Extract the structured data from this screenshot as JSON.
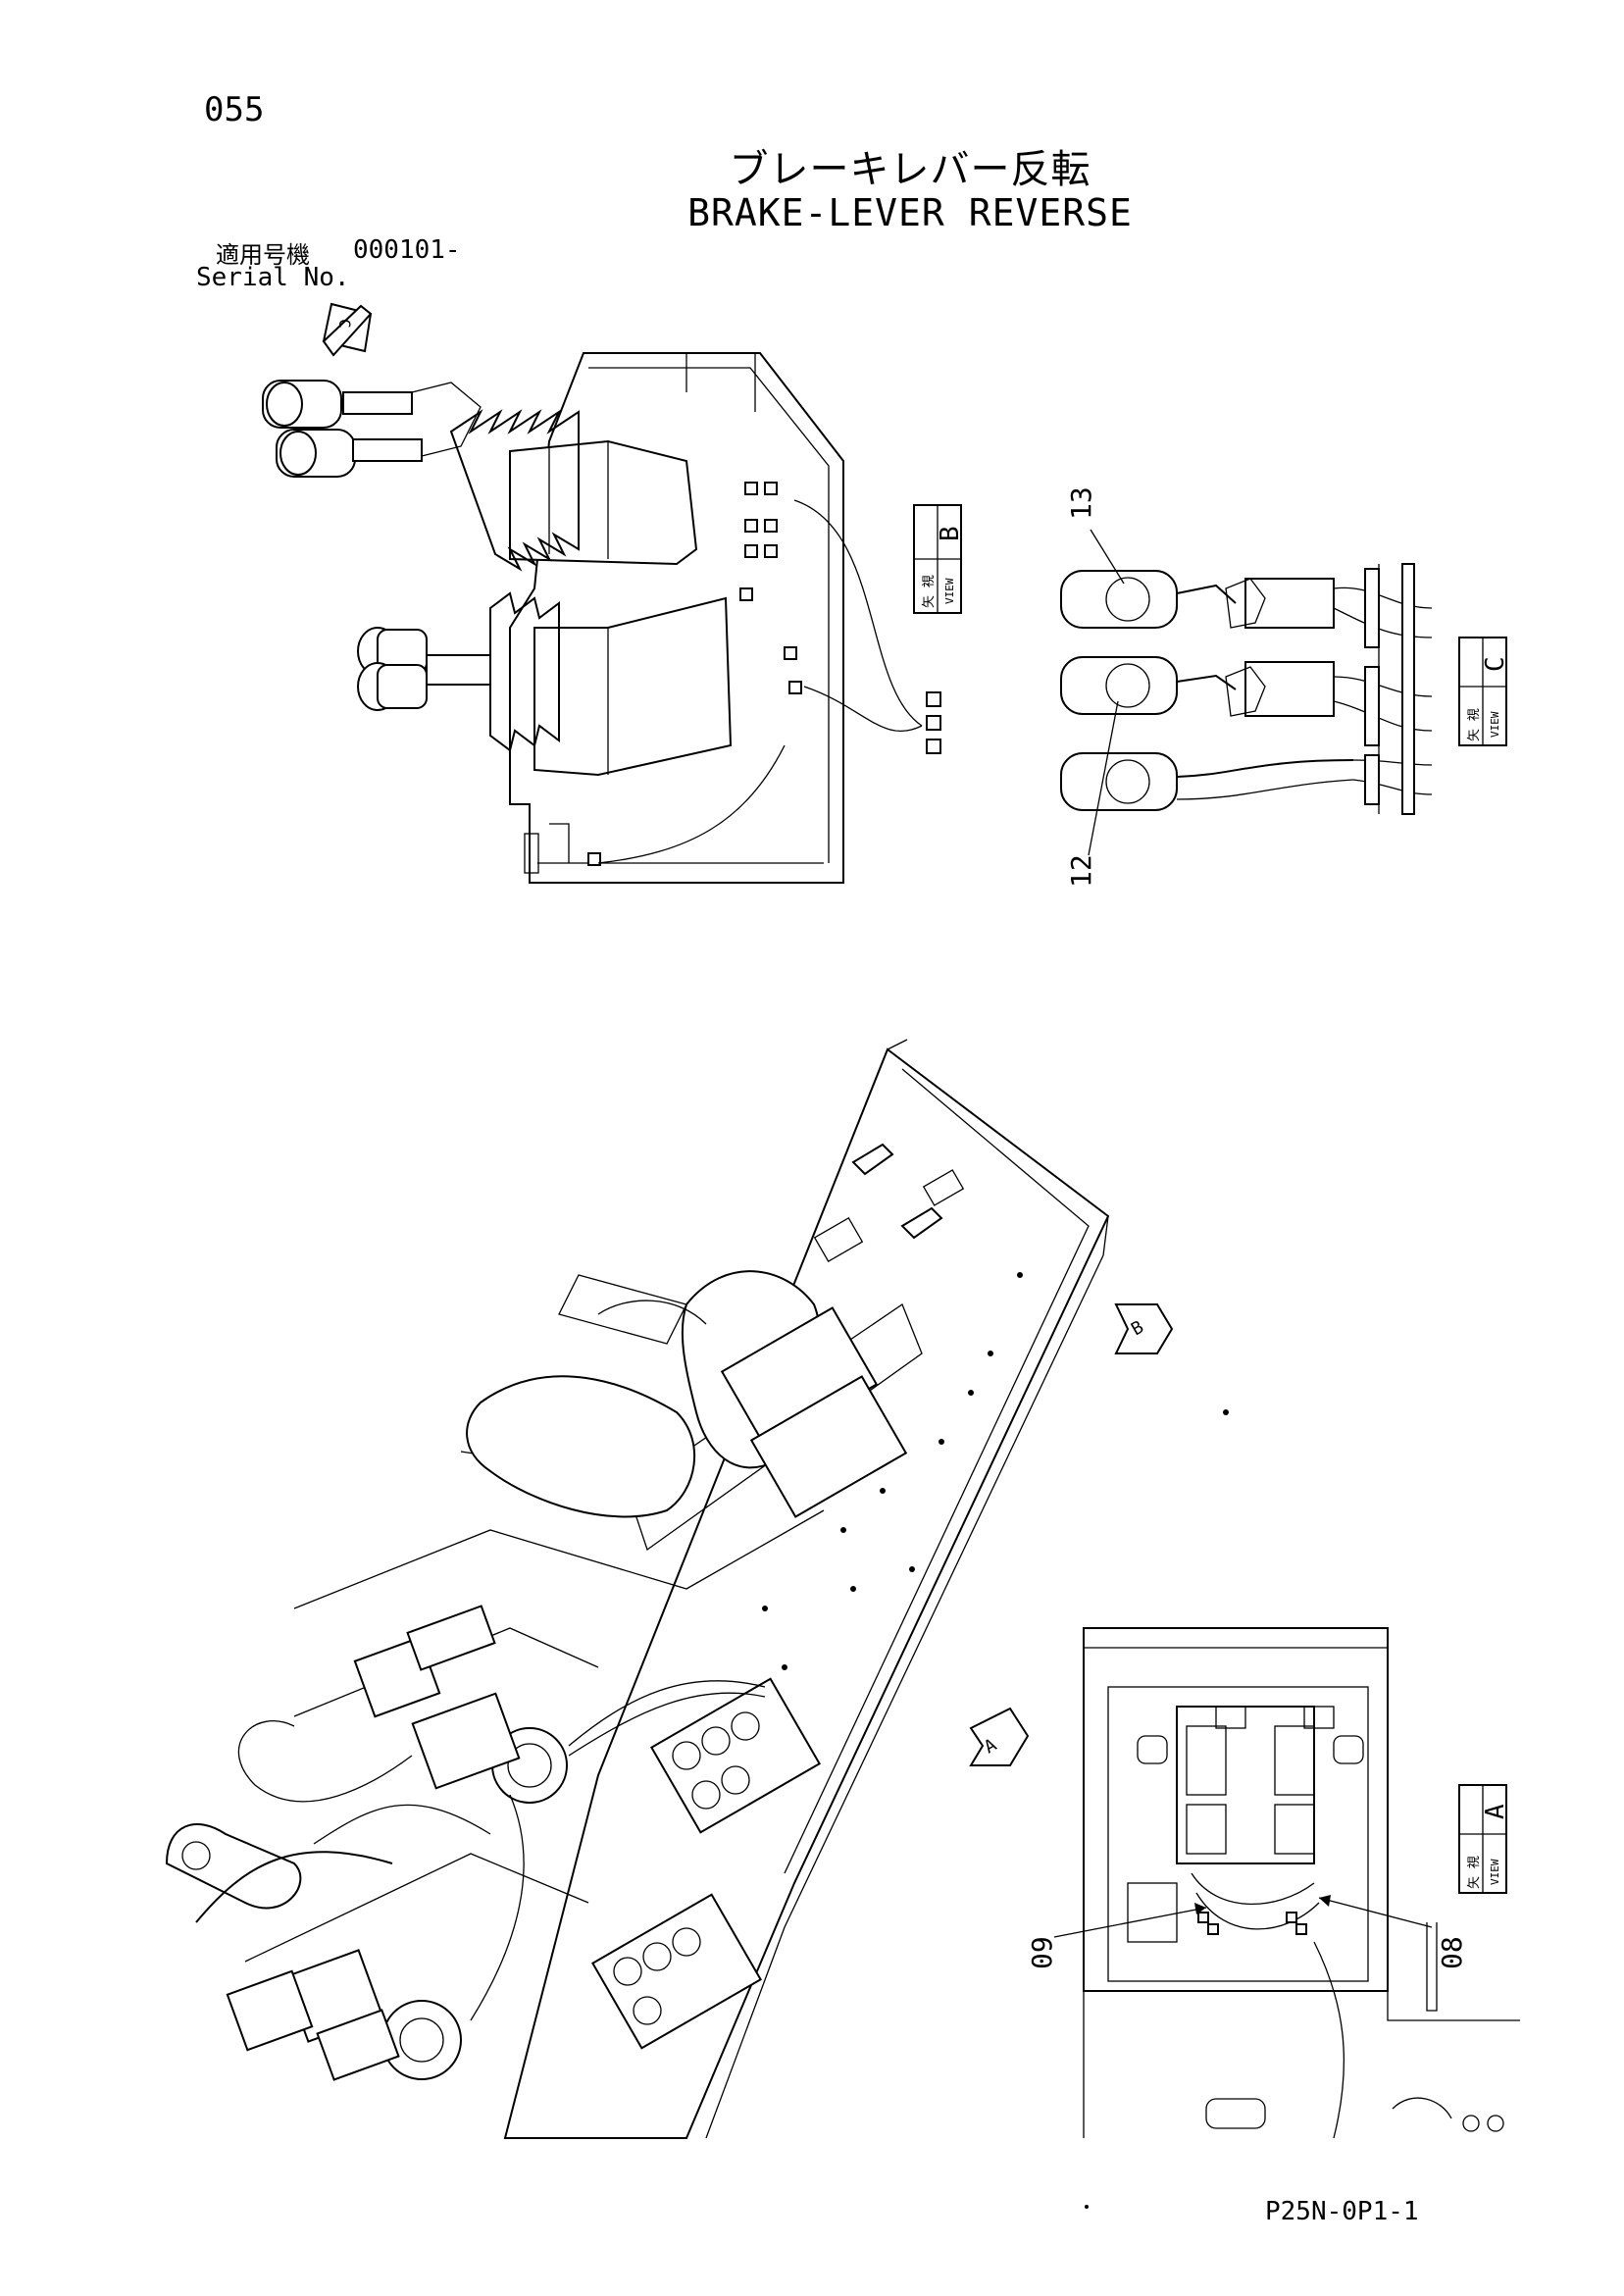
{
  "header": {
    "page_number": "055",
    "title_jp": "ブレーキレバー反転",
    "title_en": "BRAKE-LEVER REVERSE"
  },
  "serial": {
    "label_jp": "適用号機",
    "label_en": "Serial No.",
    "value": "000101-"
  },
  "view_markers": {
    "arrow_c": "C",
    "arrow_b": "B",
    "arrow_a": "A"
  },
  "view_labels": {
    "view_b": {
      "jp": "矢 視",
      "en": "VIEW",
      "letter": "B"
    },
    "view_c": {
      "jp": "矢 視",
      "en": "VIEW",
      "letter": "C"
    },
    "view_a": {
      "jp": "矢 視",
      "en": "VIEW",
      "letter": "A"
    }
  },
  "callouts": {
    "c13": "13",
    "c12": "12",
    "c09": "09",
    "c08": "08"
  },
  "footer": {
    "doc_code": "P25N-0P1-1"
  }
}
